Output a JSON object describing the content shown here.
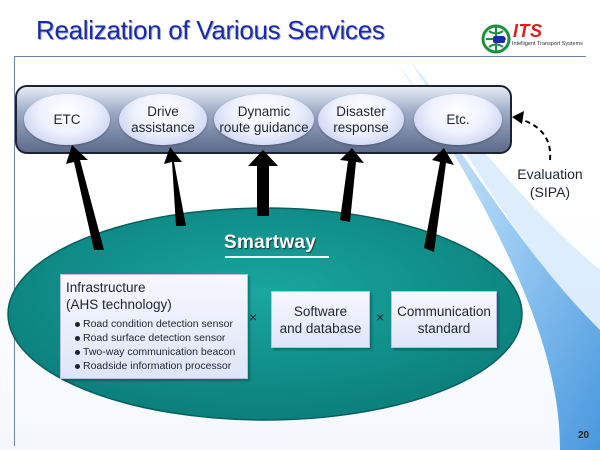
{
  "slide": {
    "title": "Realization of Various Services",
    "page_number": "20"
  },
  "logo": {
    "text": "ITS",
    "subtitle": "Intelligent Transport Systems"
  },
  "services": [
    {
      "label": "ETC"
    },
    {
      "label": "Drive\nassistance"
    },
    {
      "label": "Dynamic\nroute guidance"
    },
    {
      "label": "Disaster\nresponse"
    },
    {
      "label": "Etc."
    }
  ],
  "evaluation": {
    "label": "Evaluation\n(SIPA)"
  },
  "smartway": {
    "label": "Smartway"
  },
  "components": {
    "infrastructure": {
      "title": "Infrastructure\n(AHS technology)",
      "items": [
        "Road condition detection sensor",
        "Road surface detection sensor",
        "Two-way communication beacon",
        "Roadside information processor"
      ]
    },
    "multiply_symbol": "×",
    "software": {
      "label": "Software\nand database"
    },
    "communication": {
      "label": "Communication\nstandard"
    }
  },
  "colors": {
    "title": "#1c2aa8",
    "ellipse": "#12908c",
    "wave": "#5aa7e6",
    "arrow": "#000000",
    "logo_red": "#e21b1b",
    "logo_green": "#1e8f3a"
  }
}
